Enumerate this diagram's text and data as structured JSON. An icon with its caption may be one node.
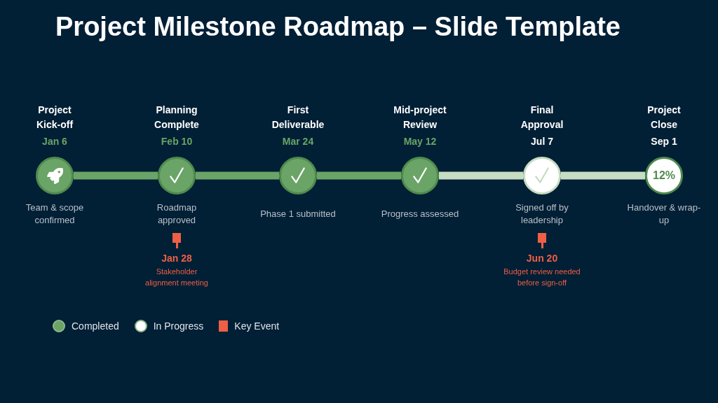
{
  "diagram": {
    "title": "Project Milestone Roadmap – Slide Template",
    "nodes": [
      {
        "text": [
          "Project Kick-off"
        ],
        "beside": [
          "Jan 6",
          "Team & scope confirmed"
        ]
      },
      {
        "text": [
          "Planning Complete"
        ],
        "beside": [
          "Feb 10",
          "Roadmap approved"
        ]
      },
      {
        "text": [
          "First Deliverable"
        ],
        "beside": [
          "Mar 24",
          "Phase 1 submitted"
        ]
      },
      {
        "text": [
          "Mid-project Review"
        ],
        "beside": [
          "May 12",
          "Progress assessed"
        ]
      },
      {
        "text": [
          "Final Approval"
        ],
        "beside": [
          "Jul 7",
          "Signed off by leadership"
        ]
      },
      {
        "text": [
          "Project Close",
          "12%"
        ],
        "beside": [
          "Sep 1",
          "Handover & wrap-up"
        ]
      },
      {
        "text": [
          "Jan 28",
          "Stakeholder alignment meeting"
        ]
      },
      {
        "text": [
          "Jun 20",
          "Budget review needed before sign-off"
        ]
      }
    ],
    "edges": [
      {
        "from": 0,
        "to": 1,
        "arrow": "none"
      },
      {
        "from": 1,
        "to": 2,
        "arrow": "none"
      },
      {
        "from": 2,
        "to": 3,
        "arrow": "none"
      },
      {
        "from": 3,
        "to": 4,
        "arrow": "none",
        "color": "#c6dcc3"
      },
      {
        "from": 4,
        "to": 5,
        "arrow": "none",
        "color": "#c6dcc3"
      }
    ],
    "legend": [
      {
        "text": "Completed",
        "color": "#6aa467"
      },
      {
        "text": "In Progress",
        "color": "#ffffff"
      },
      {
        "text": "Key Event",
        "color": "#ef5f46"
      }
    ]
  }
}
